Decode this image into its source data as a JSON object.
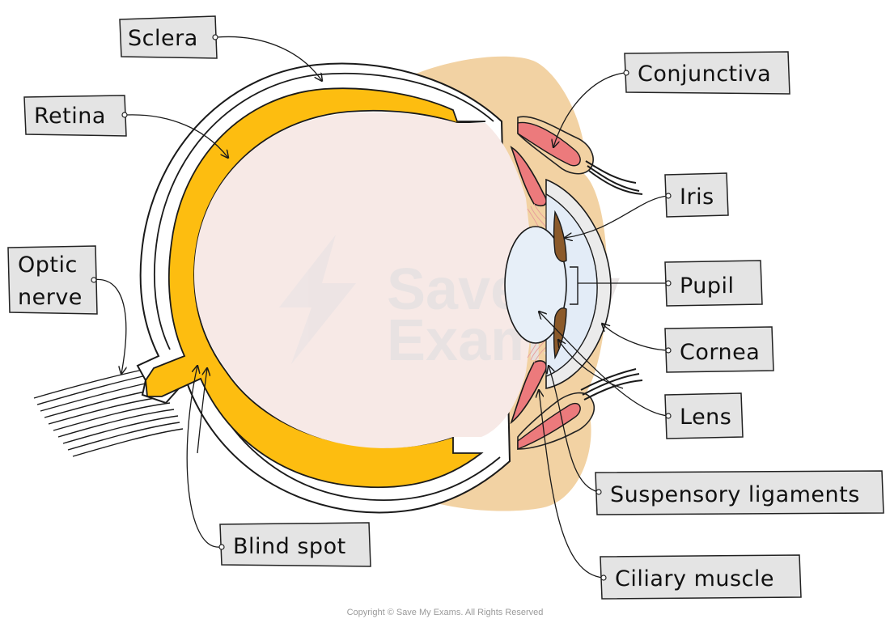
{
  "diagram": {
    "labels": {
      "sclera": "Sclera",
      "retina": "Retina",
      "optic_nerve_line1": "Optic",
      "optic_nerve_line2": "nerve",
      "blind_spot": "Blind spot",
      "conjunctiva": "Conjunctiva",
      "iris": "Iris",
      "pupil": "Pupil",
      "cornea": "Cornea",
      "lens": "Lens",
      "suspensory_ligaments": "Suspensory ligaments",
      "ciliary_muscle": "Ciliary muscle"
    },
    "watermark_line1": "Save My",
    "watermark_line2": "Exams",
    "copyright": "Copyright © Save My Exams. All Rights Reserved"
  },
  "colors": {
    "label_fill": "#e4e4e4",
    "label_stroke": "#222222",
    "retina_yellow": "#fdbd10",
    "vitreous": "#f7e9e6",
    "eyelid_skin": "#f2d2a3",
    "muscle_red": "#ec7a7c",
    "iris_brown": "#8b5a2b",
    "lens_blue": "#e7eff8",
    "cornea_grey": "#ebebeb"
  }
}
